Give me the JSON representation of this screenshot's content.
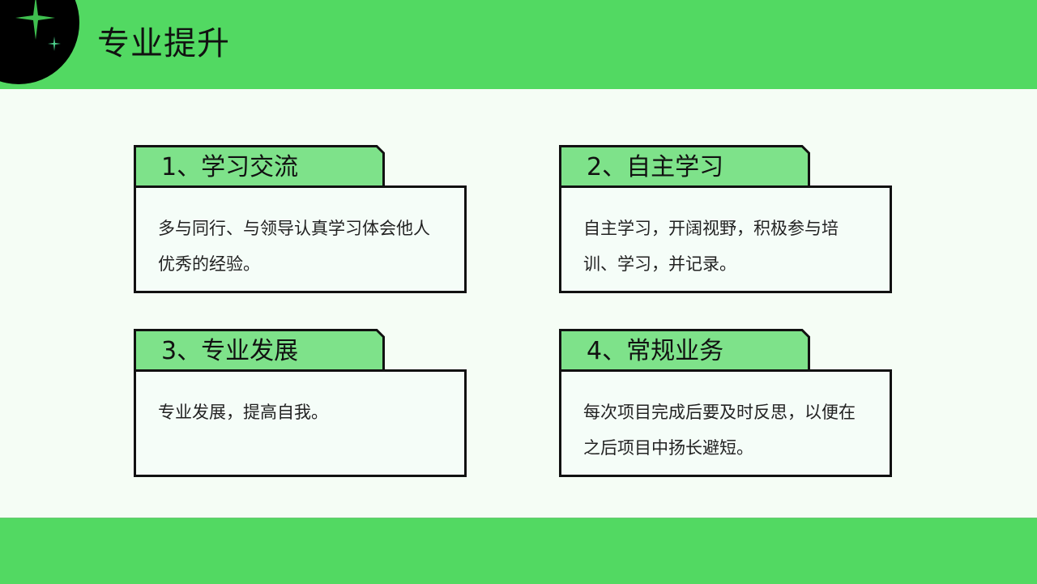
{
  "header": {
    "title": "专业提升",
    "logo_icon": "sparkle-icon",
    "background_color": "#52d962"
  },
  "cards": [
    {
      "number": "1",
      "heading": "1、学习交流",
      "text": "多与同行、与领导认真学习体会他人优秀的经验。"
    },
    {
      "number": "2",
      "heading": "2、自主学习",
      "text": "自主学习，开阔视野，积极参与培训、学习，并记录。"
    },
    {
      "number": "3",
      "heading": "3、专业发展",
      "text": "专业发展，提高自我。"
    },
    {
      "number": "4",
      "heading": "4、常规业务",
      "text": "每次项目完成后要及时反思，以便在之后项目中扬长避短。"
    }
  ],
  "colors": {
    "accent": "#52d962",
    "tab_fill": "#7ee28a",
    "background": "#f5fdf5",
    "border": "#111111"
  }
}
